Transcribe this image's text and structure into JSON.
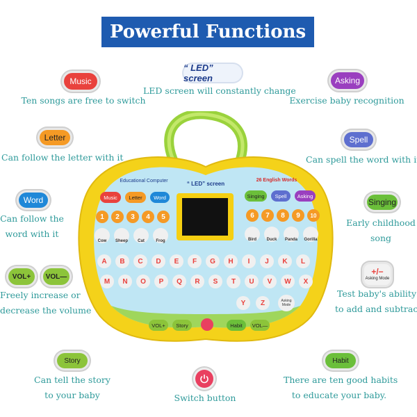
{
  "title": "Powerful Functions",
  "features": {
    "music": {
      "button": "Music",
      "caption": "Ten songs are free to switch"
    },
    "led": {
      "button": "“ LED” screen",
      "caption": "LED screen will constantly change"
    },
    "asking": {
      "button": "Asking",
      "caption": "Exercise baby recognition"
    },
    "letter": {
      "button": "Letter",
      "caption": "Can follow the letter with it"
    },
    "spell": {
      "button": "Spell",
      "caption": "Can spell the word with it"
    },
    "word": {
      "button": "Word",
      "caption_line1": "Can follow the",
      "caption_line2": "word with it"
    },
    "singing": {
      "button": "Singing",
      "caption_line1": "Early childhood",
      "caption_line2": "song"
    },
    "volume": {
      "button_plus": "VOL+",
      "button_minus": "VOL—",
      "caption_line1": "Freely increase or",
      "caption_line2": "decrease the volume"
    },
    "asking_mode": {
      "button_symbol": "+/−",
      "button_label": "Asking Mode",
      "caption_line1": "Test baby's ability",
      "caption_line2": "to add and subtract"
    },
    "story": {
      "button": "Story",
      "caption_line1": "Can tell the story",
      "caption_line2": "to your baby"
    },
    "switch": {
      "caption": "Switch button"
    },
    "habit": {
      "button": "Habit",
      "caption_line1": "There are ten good habits",
      "caption_line2": "to educate your baby."
    }
  },
  "device": {
    "brand": "Educational Computer",
    "led_title": "“ LED” screen",
    "words_badge": "26 English Words",
    "left_buttons": [
      "Music",
      "Letter",
      "Word"
    ],
    "right_buttons": [
      "Singing",
      "Spell",
      "Asking"
    ],
    "numbers_left": [
      "1",
      "2",
      "3",
      "4",
      "5"
    ],
    "numbers_right": [
      "6",
      "7",
      "8",
      "9",
      "10"
    ],
    "animals_left": [
      "Cow",
      "Sheep",
      "Cat",
      "Frog"
    ],
    "animals_right": [
      "Bird",
      "Duck",
      "Panda",
      "Gorilla"
    ],
    "letters": [
      "A",
      "B",
      "C",
      "D",
      "E",
      "F",
      "G",
      "H",
      "I",
      "J",
      "K",
      "L",
      "M",
      "N",
      "O",
      "P",
      "Q",
      "R",
      "S",
      "T",
      "U",
      "V",
      "W",
      "X",
      "Y",
      "Z"
    ],
    "asking_mode_key": "Asking Mode",
    "bottom_buttons": [
      "VOL+",
      "Story",
      "Habit",
      "VOL—"
    ]
  },
  "colors": {
    "title_bg": "#1e5bb0",
    "caption": "#2e9a9a",
    "device_body": "#f4d21a",
    "device_panel": "#bfe6f4",
    "music": "#e9423d",
    "letter": "#f59a25",
    "word": "#1f88d8",
    "asking": "#9a3fbf",
    "spell": "#5e6fcf",
    "singing": "#6bbf3a",
    "vol": "#8cc43a",
    "story": "#8cc43a",
    "habit": "#6bbf3a",
    "power": "#e94060"
  }
}
